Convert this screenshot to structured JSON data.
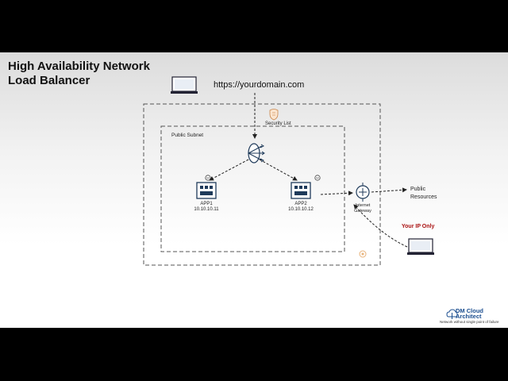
{
  "title_line1": "High Availability Network",
  "title_line2": "Load Balancer",
  "url": "https://yourdomain.com",
  "security_list": "Security List",
  "public_subnet": "Public Subnet",
  "app1": {
    "name": "APP1",
    "ip": "10.10.10.11"
  },
  "app2": {
    "name": "APP2",
    "ip": "10.10.10.12"
  },
  "internet_gateway": "Internet Gateway",
  "public_resources_line1": "Public",
  "public_resources_line2": "Resources",
  "your_ip_only": "Your IP Only",
  "logo_name": "DM Cloud Architect",
  "logo_tagline": "Network without single point of failure",
  "colors": {
    "title": "#111111",
    "your_ip": "#aa1111",
    "logo": "#1a4d8f",
    "accent": "#e8b27a"
  }
}
